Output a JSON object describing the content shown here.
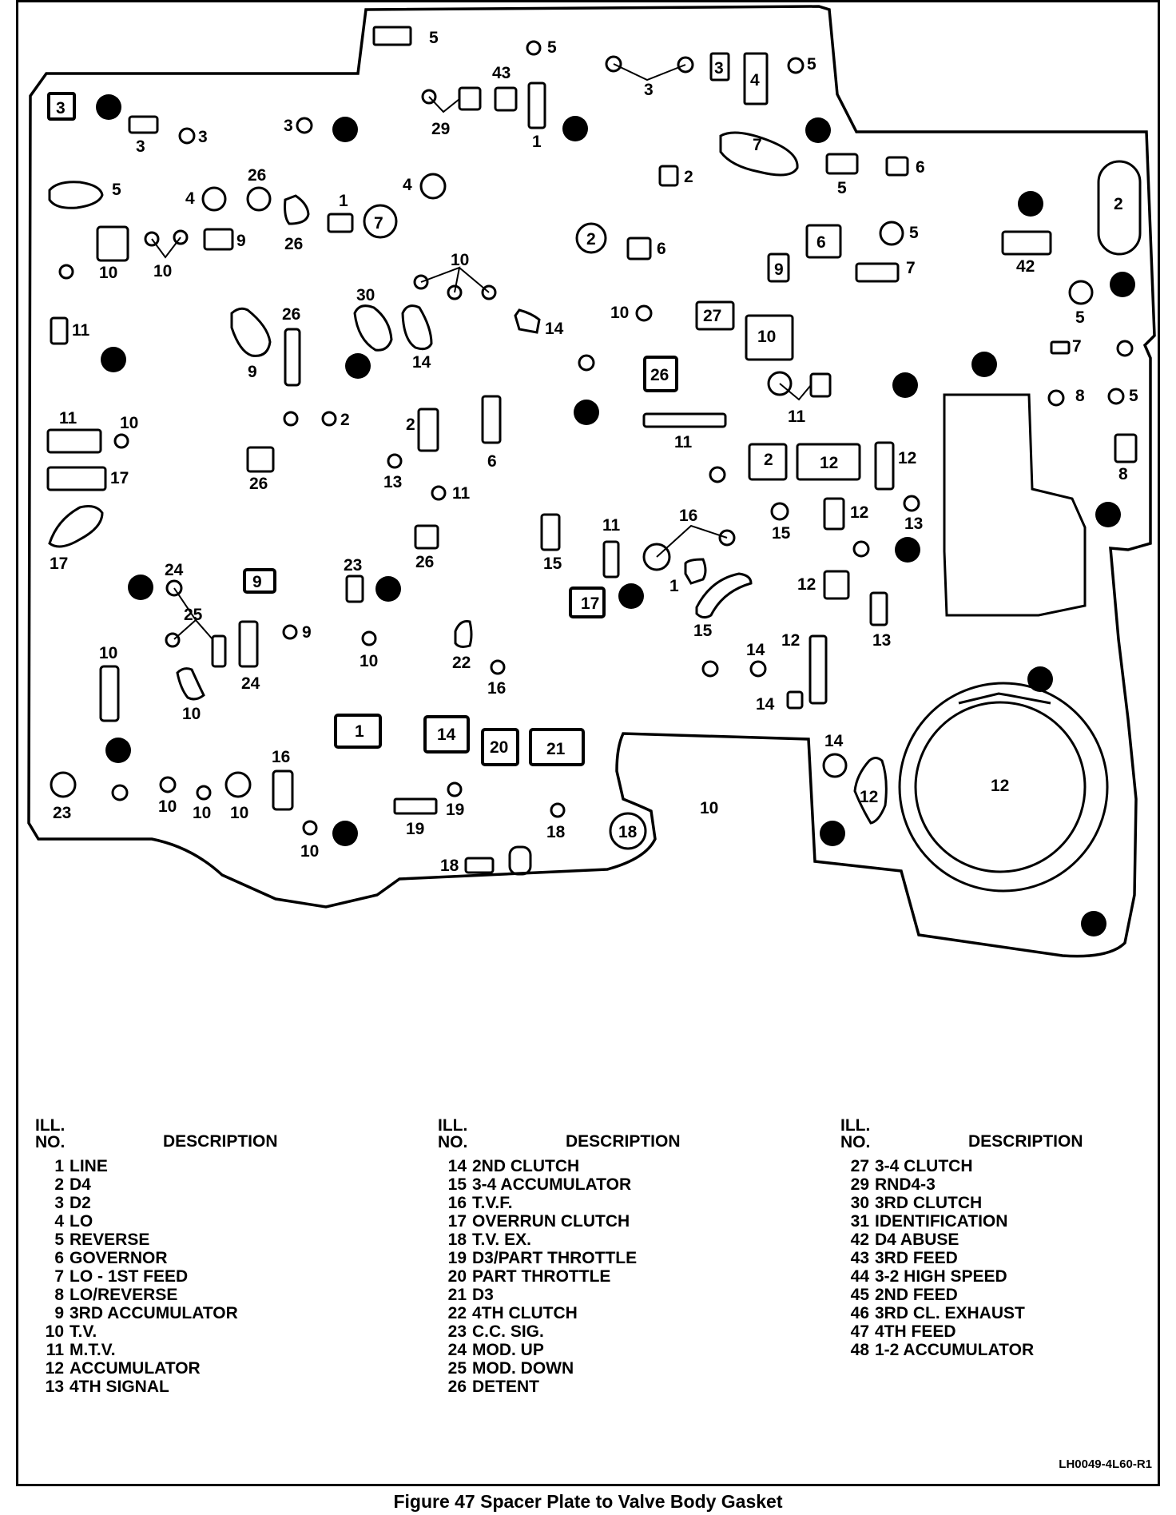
{
  "diagram": {
    "labels": {
      "l5a": "5",
      "l5b": "5",
      "l5c": "5",
      "l5d": "5",
      "l5e": "5",
      "l5f": "5",
      "l5g": "5",
      "l5h": "5",
      "l3a": "3",
      "l3b": "3",
      "l3c": "3",
      "l3d": "3",
      "l3e": "3",
      "l3f": "3",
      "l4a": "4",
      "l4b": "4",
      "l4c": "4",
      "l43": "43",
      "l29": "29",
      "l1a": "1",
      "l1b": "1",
      "l1c": "1",
      "l7a": "7",
      "l7b": "7",
      "l7c": "7",
      "l7d": "7",
      "l6a": "6",
      "l6b": "6",
      "l6c": "6",
      "l6d": "6",
      "l2a": "2",
      "l2b": "2",
      "l2c": "2",
      "l2d": "2",
      "l2e": "2",
      "l2f": "2",
      "l26a": "26",
      "l26b": "26",
      "l26c": "26",
      "l26d": "26",
      "l26e": "26",
      "l26f": "26",
      "l9a": "9",
      "l9b": "9",
      "l9c": "9",
      "l9d": "9",
      "l10a": "10",
      "l10b": "10",
      "l10c": "10",
      "l10d": "10",
      "l10e": "10",
      "l10f": "10",
      "l10g": "10",
      "l10h": "10",
      "l10i": "10",
      "l10j": "10",
      "l10k": "10",
      "l10l": "10",
      "l10m": "10",
      "l10n": "10",
      "l11a": "11",
      "l11b": "11",
      "l11c": "11",
      "l11d": "11",
      "l11e": "11",
      "l11f": "11",
      "l30": "30",
      "l14a": "14",
      "l14b": "14",
      "l14c": "14",
      "l14d": "14",
      "l14e": "14",
      "l14f": "14",
      "l27": "27",
      "l42": "42",
      "l8a": "8",
      "l8b": "8",
      "l17a": "17",
      "l17b": "17",
      "l17c": "17",
      "l12a": "12",
      "l12b": "12",
      "l12c": "12",
      "l12d": "12",
      "l12e": "12",
      "l12f": "12",
      "l12g": "12",
      "l13a": "13",
      "l13b": "13",
      "l13c": "13",
      "l15a": "15",
      "l15b": "15",
      "l15c": "15",
      "l16a": "16",
      "l16b": "16",
      "l16c": "16",
      "l24a": "24",
      "l24b": "24",
      "l25": "25",
      "l23a": "23",
      "l23b": "23",
      "l22": "22",
      "l20": "20",
      "l21": "21",
      "l18a": "18",
      "l18b": "18",
      "l18c": "18",
      "l19a": "19",
      "l19b": "19"
    }
  },
  "legend": {
    "header_ill": "ILL.",
    "header_no": "NO.",
    "header_desc": "DESCRIPTION",
    "columns": [
      [
        {
          "no": "1",
          "desc": "LINE"
        },
        {
          "no": "2",
          "desc": "D4"
        },
        {
          "no": "3",
          "desc": "D2"
        },
        {
          "no": "4",
          "desc": "LO"
        },
        {
          "no": "5",
          "desc": "REVERSE"
        },
        {
          "no": "6",
          "desc": "GOVERNOR"
        },
        {
          "no": "7",
          "desc": "LO - 1ST FEED"
        },
        {
          "no": "8",
          "desc": "LO/REVERSE"
        },
        {
          "no": "9",
          "desc": "3RD ACCUMULATOR"
        },
        {
          "no": "10",
          "desc": "T.V."
        },
        {
          "no": "11",
          "desc": "M.T.V."
        },
        {
          "no": "12",
          "desc": "ACCUMULATOR"
        },
        {
          "no": "13",
          "desc": "4TH SIGNAL"
        }
      ],
      [
        {
          "no": "14",
          "desc": "2ND CLUTCH"
        },
        {
          "no": "15",
          "desc": "3-4 ACCUMULATOR"
        },
        {
          "no": "16",
          "desc": "T.V.F."
        },
        {
          "no": "17",
          "desc": "OVERRUN CLUTCH"
        },
        {
          "no": "18",
          "desc": "T.V. EX."
        },
        {
          "no": "19",
          "desc": "D3/PART THROTTLE"
        },
        {
          "no": "20",
          "desc": "PART THROTTLE"
        },
        {
          "no": "21",
          "desc": "D3"
        },
        {
          "no": "22",
          "desc": "4TH CLUTCH"
        },
        {
          "no": "23",
          "desc": "C.C. SIG."
        },
        {
          "no": "24",
          "desc": "MOD. UP"
        },
        {
          "no": "25",
          "desc": "MOD. DOWN"
        },
        {
          "no": "26",
          "desc": "DETENT"
        }
      ],
      [
        {
          "no": "27",
          "desc": "3-4 CLUTCH"
        },
        {
          "no": "29",
          "desc": "RND4-3"
        },
        {
          "no": "30",
          "desc": "3RD CLUTCH"
        },
        {
          "no": "31",
          "desc": "IDENTIFICATION"
        },
        {
          "no": "42",
          "desc": "D4 ABUSE"
        },
        {
          "no": "43",
          "desc": "3RD FEED"
        },
        {
          "no": "44",
          "desc": "3-2 HIGH SPEED"
        },
        {
          "no": "45",
          "desc": "2ND FEED"
        },
        {
          "no": "46",
          "desc": "3RD CL. EXHAUST"
        },
        {
          "no": "47",
          "desc": "4TH FEED"
        },
        {
          "no": "48",
          "desc": "1-2 ACCUMULATOR"
        }
      ]
    ]
  },
  "drawing_code": "LH0049-4L60-R1",
  "caption": "Figure 47 Spacer Plate to Valve Body Gasket"
}
